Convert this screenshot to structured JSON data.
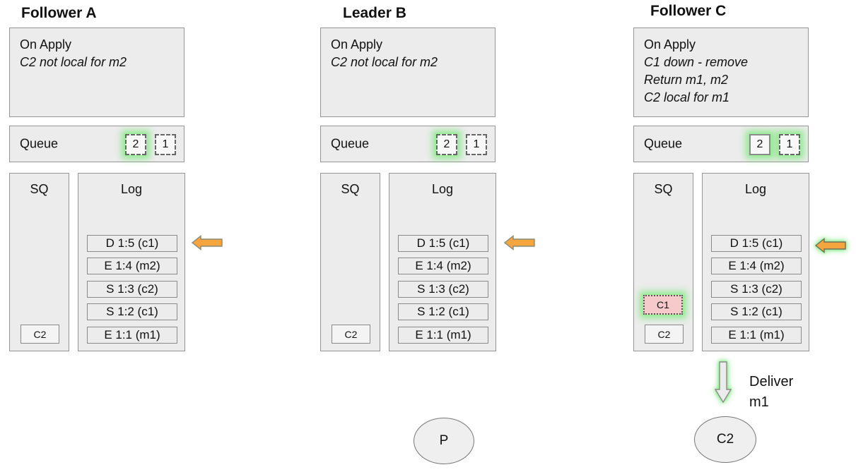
{
  "colors": {
    "panel_fill": "#ececec",
    "panel_border": "#959595",
    "queue_item_fill": "#f8f8f8",
    "highlight_glow_green": "#62e562",
    "arrow_orange": "#f5a53d",
    "removed_item_pink": "#f6caca",
    "text": "#111111"
  },
  "nodes": {
    "a": {
      "title": "Follower A",
      "on_apply_heading": "On Apply",
      "on_apply_notes": [
        "C2 not local for m2"
      ],
      "queue_label": "Queue",
      "queue_items": [
        {
          "value": "2",
          "border": "dashed",
          "highlight": true
        },
        {
          "value": "1",
          "border": "dashed",
          "highlight": false
        }
      ],
      "sq_label": "SQ",
      "sq_items": [
        {
          "value": "C2",
          "state": "normal"
        }
      ],
      "log_label": "Log",
      "log_entries": [
        "D 1:5 (c1)",
        "E 1:4 (m2)",
        "S 1:3 (c2)",
        "S 1:2 (c1)",
        "E 1:1 (m1)"
      ],
      "apply_arrow": {
        "direction": "left",
        "highlight": false
      }
    },
    "b": {
      "title": "Leader B",
      "on_apply_heading": "On Apply",
      "on_apply_notes": [
        "C2 not local for m2"
      ],
      "queue_label": "Queue",
      "queue_items": [
        {
          "value": "2",
          "border": "dashed",
          "highlight": true
        },
        {
          "value": "1",
          "border": "dashed",
          "highlight": false
        }
      ],
      "sq_label": "SQ",
      "sq_items": [
        {
          "value": "C2",
          "state": "normal"
        }
      ],
      "log_label": "Log",
      "log_entries": [
        "D 1:5 (c1)",
        "E 1:4 (m2)",
        "S 1:3 (c2)",
        "S 1:2 (c1)",
        "E 1:1 (m1)"
      ],
      "apply_arrow": {
        "direction": "left",
        "highlight": false
      },
      "client_label": "P"
    },
    "c": {
      "title": "Follower C",
      "on_apply_heading": "On Apply",
      "on_apply_notes": [
        "C1 down - remove",
        "Return m1, m2",
        "C2 local for m1"
      ],
      "queue_label": "Queue",
      "queue_items": [
        {
          "value": "2",
          "border": "solid",
          "highlight": true
        },
        {
          "value": "1",
          "border": "dashed",
          "highlight": true
        }
      ],
      "sq_label": "SQ",
      "sq_items": [
        {
          "value": "C1",
          "state": "removed-highlight"
        },
        {
          "value": "C2",
          "state": "normal"
        }
      ],
      "log_label": "Log",
      "log_entries": [
        "D 1:5 (c1)",
        "E 1:4 (m2)",
        "S 1:3 (c2)",
        "S 1:2 (c1)",
        "E 1:1 (m1)"
      ],
      "apply_arrow": {
        "direction": "left",
        "highlight": true
      },
      "deliver_arrow": {
        "direction": "down",
        "highlight": true
      },
      "deliver_line1": "Deliver",
      "deliver_line2": "m1",
      "client_label": "C2"
    }
  }
}
